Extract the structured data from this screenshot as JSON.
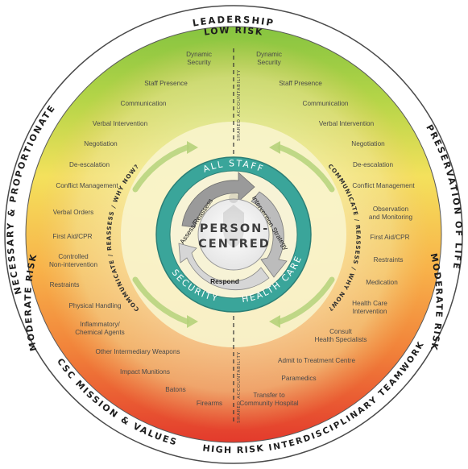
{
  "outer_ring": {
    "top": "LEADERSHIP",
    "left": "NECESSARY & PROPORTIONATE",
    "right": "PRESERVATION OF LIFE",
    "bottom_left": "CSC MISSION & VALUES",
    "bottom_right": "INTERDISCIPLINARY TEAMWORK"
  },
  "risk_band": {
    "top": "LOW RISK",
    "bottom": "HIGH RISK",
    "left": "MODERATE RISK",
    "right": "MODERATE RISK"
  },
  "left_items": [
    "Dynamic",
    "Security",
    "Staff Presence",
    "Communication",
    "Verbal Intervention",
    "Negotiation",
    "De-escalation",
    "Conflict Management",
    "Verbal Orders",
    "First Aid/CPR",
    "Controlled",
    "Non-intervention",
    "Restraints",
    "Physical Handling",
    "Inflammatory/",
    "Chemical Agents",
    "Other Intermediary Weapons",
    "Impact Munitions",
    "Batons",
    "Firearms"
  ],
  "right_items": [
    "Dynamic",
    "Security",
    "Staff Presence",
    "Communication",
    "Verbal Intervention",
    "Negotiation",
    "De-escalation",
    "Conflict Management",
    "Observation",
    "and Monitoring",
    "First Aid/CPR",
    "Restraints",
    "Medication",
    "Health Care",
    "Intervention",
    "Consult",
    "Health Specialists",
    "Admit to Treatment Centre",
    "Paramedics",
    "Transfer to",
    "Community Hospital"
  ],
  "shared_accountability": "SHARED ACCOUNTABILITY",
  "communicate_label": "COMMUNICATE / REASSESS / WHY NOW?",
  "inner_ring": {
    "top": "ALL STAFF",
    "left": "SECURITY",
    "right": "HEALTH CARE"
  },
  "cycle": {
    "assess": "Assess/Reassess",
    "intervention": "Intervention Strategy",
    "respond": "Respond"
  },
  "center": {
    "line1": "PERSON-",
    "line2": "CENTRED"
  },
  "colors": {
    "outer_ring": "#ffffff",
    "teal": "#3aa59a",
    "low_risk": "#8dc63f",
    "moderate_risk": "#f7a43a",
    "high_risk": "#e4392b",
    "inner_field": "#f7f3c8",
    "cycle_arrow": "#8f8f8f"
  }
}
